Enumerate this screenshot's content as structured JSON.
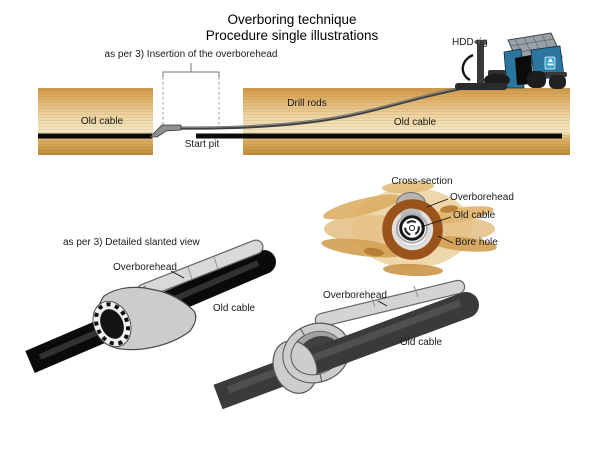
{
  "title": {
    "line1": "Overboring technique",
    "line2": "Procedure single illustrations"
  },
  "top_diagram": {
    "insertion_label": "as per 3) Insertion of the overborehead",
    "hdd_rig": "HDD rig",
    "old_cable_left": "Old cable",
    "drill_rods": "Drill rods",
    "old_cable_right": "Old cable",
    "start_pit": "Start pit"
  },
  "cross_section": {
    "title": "Cross-section",
    "overborehead": "Overborehead",
    "old_cable": "Old cable",
    "bore_hole": "Bore hole"
  },
  "slanted_view": {
    "caption": "as per 3) Detailed slanted view",
    "overborehead": "Overborehead",
    "old_cable": "Old cable"
  },
  "pullback_view": {
    "overborehead": "Overborehead",
    "old_cable": "Old cable"
  },
  "colors": {
    "cable_black": "#0a0a0a",
    "overborehead_gray": "#cccccc",
    "bore_hole_brown": "#9a541b",
    "rig_blue": "#2a769f",
    "ground_light": "#f4e5bf",
    "ground_dark": "#bd8c3c",
    "soil_smudge": "#dcae63"
  }
}
